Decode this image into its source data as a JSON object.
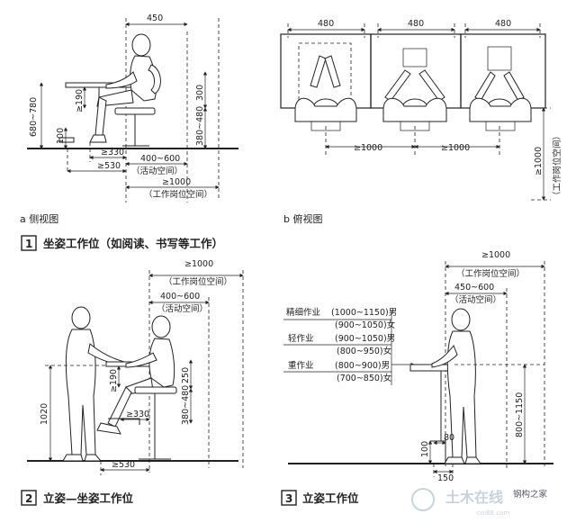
{
  "section1": {
    "number": "1",
    "title": "坐姿工作位（如阅读、书写等工作）",
    "side_caption": "a 侧视图",
    "top_caption": "b 俯视图",
    "side_dims": {
      "d450": "450",
      "d190": "≥190",
      "d680": "680~780",
      "d100": "100",
      "d300": "300",
      "d380": "380~480",
      "d330": "≥330",
      "d530": "≥530",
      "d400": "400~600",
      "activity": "（活动空间）",
      "d1000": "≥1000",
      "workspace": "（工作岗位空间）"
    },
    "top_dims": {
      "w1": "480",
      "w2": "480",
      "w3": "480",
      "g1": "≥1000",
      "g2": "≥1000",
      "v1000": "≥1000",
      "v_workspace": "（工作岗位空间）"
    }
  },
  "section2": {
    "number": "2",
    "title": "立姿—坐姿工作位",
    "dims": {
      "d1000": "≥1000",
      "workspace": "（工作岗位空间）",
      "d400": "400~600",
      "activity": "（活动空间）",
      "d190": "≥190",
      "d250": "250",
      "d380": "380~480",
      "d330": "≥330",
      "d1020": "1020",
      "d530": "≥530"
    }
  },
  "section3": {
    "number": "3",
    "title": "立姿工作位",
    "dims": {
      "d1000": "≥1000",
      "workspace": "（工作岗位空间）",
      "d450": "450~600",
      "activity": "（活动空间）",
      "fine_label": "精细作业",
      "fine_m": "(1000~1150)男",
      "fine_f": "(900~1050)女",
      "light_label": "轻作业",
      "light_m": "(900~1050)男",
      "light_f": "(800~950)女",
      "heavy_label": "重作业",
      "heavy_m": "(800~900)男",
      "heavy_f": "(700~850)女",
      "d800": "800~1150",
      "d100": "100",
      "d80": "80",
      "d150": "150"
    }
  },
  "watermark": {
    "text": "土木在线",
    "sub": "coi88.com",
    "badge": "钢构之家"
  }
}
